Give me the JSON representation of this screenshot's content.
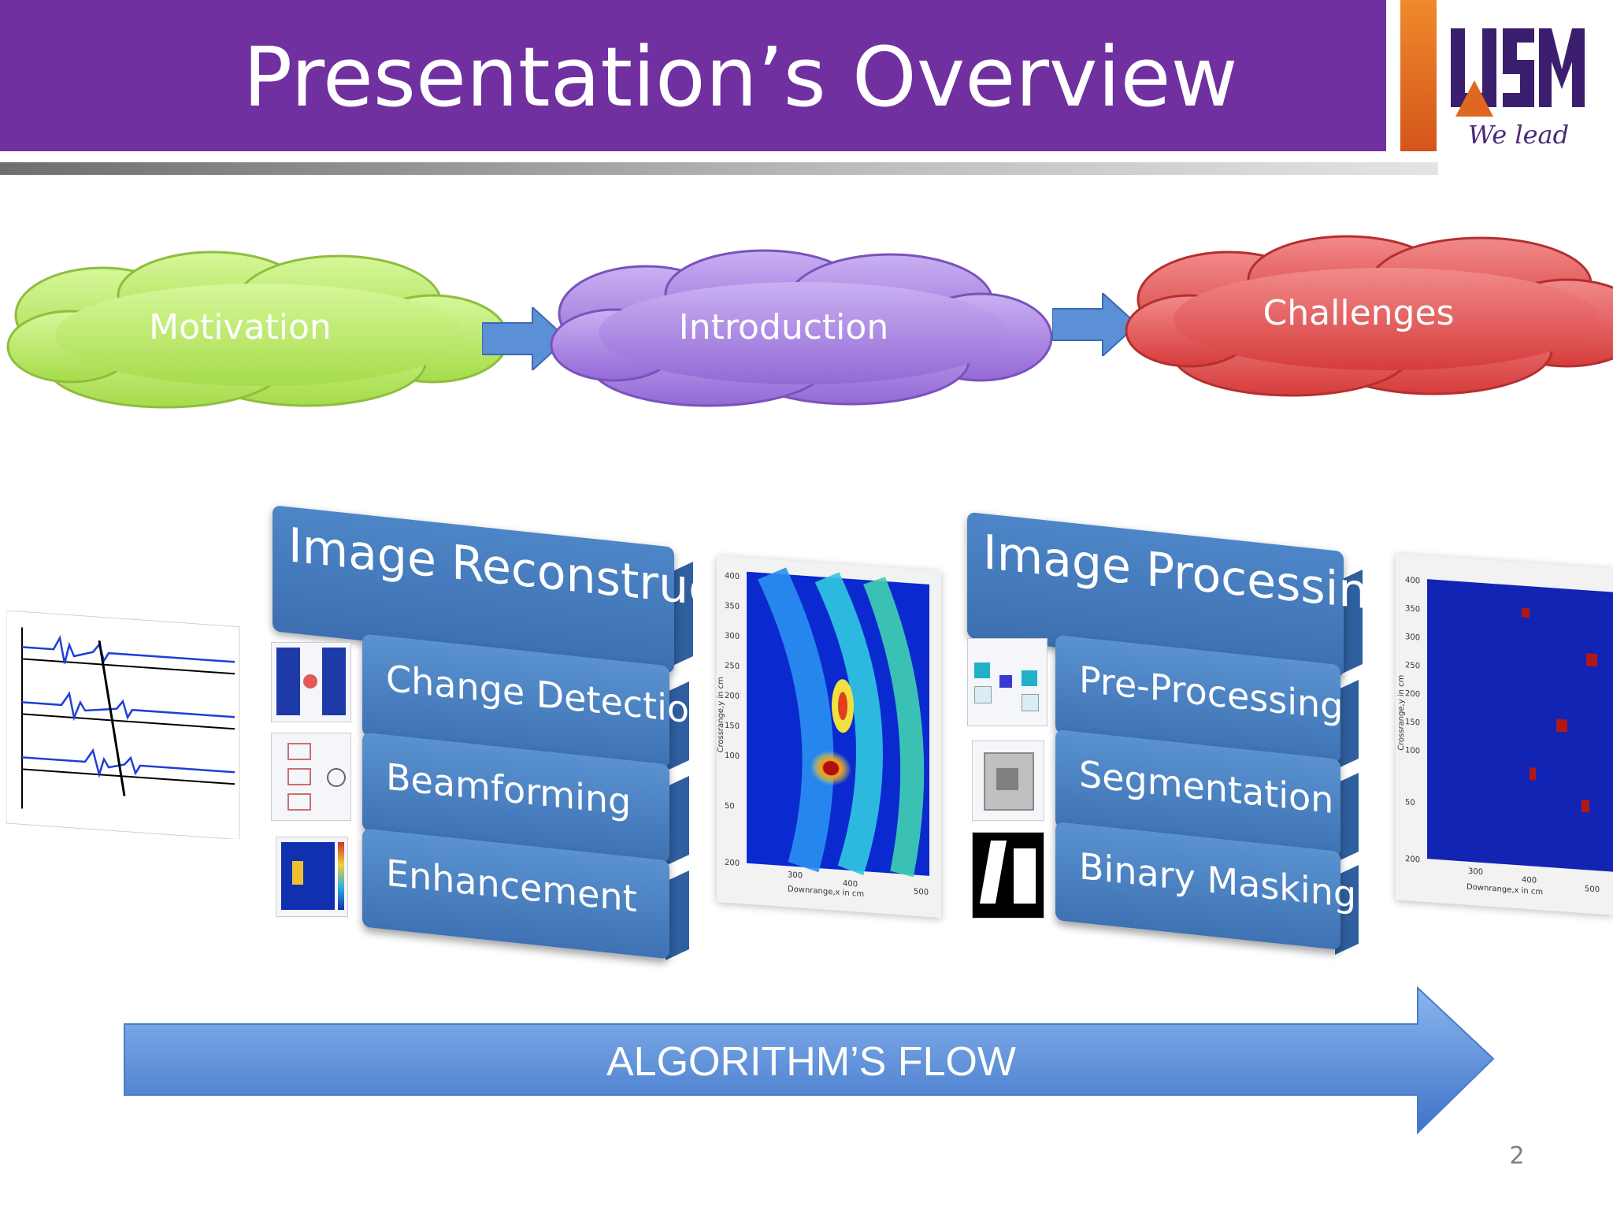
{
  "header": {
    "title": "Presentation’s Overview",
    "logo_text": "USM",
    "logo_tagline": "We lead",
    "colors": {
      "bar": "#7030a0",
      "accent": "#e0671f"
    }
  },
  "clouds": [
    {
      "label": "Motivation",
      "color": "#b5e85c"
    },
    {
      "label": "Introduction",
      "color": "#a883e0"
    },
    {
      "label": "Challenges",
      "color": "#e05656"
    }
  ],
  "stacks": [
    {
      "title": "Image Reconstruction",
      "items": [
        "Change Detection",
        "Beamforming",
        "Enhancement"
      ]
    },
    {
      "title": "Image Processing",
      "items": [
        "Pre-Processing",
        "Segmentation",
        "Binary Masking"
      ]
    }
  ],
  "plots": {
    "reconstruction": {
      "y_ticks": [
        "400",
        "350",
        "300",
        "250",
        "200",
        "150",
        "100",
        "50",
        "200"
      ],
      "x_ticks": [
        "300",
        "400",
        "500"
      ],
      "ylabel": "Crossrange,y in cm",
      "xlabel": "Downrange,x in cm"
    },
    "masked": {
      "y_ticks": [
        "400",
        "350",
        "300",
        "250",
        "200",
        "150",
        "100",
        "50",
        "200"
      ],
      "x_ticks": [
        "300",
        "400",
        "500"
      ],
      "ylabel": "Crossrange,y in cm",
      "xlabel": "Downrange,x in cm"
    }
  },
  "flow": {
    "label": "ALGORITHM’S FLOW",
    "color": "#5b8fd6"
  },
  "page_number": "2"
}
